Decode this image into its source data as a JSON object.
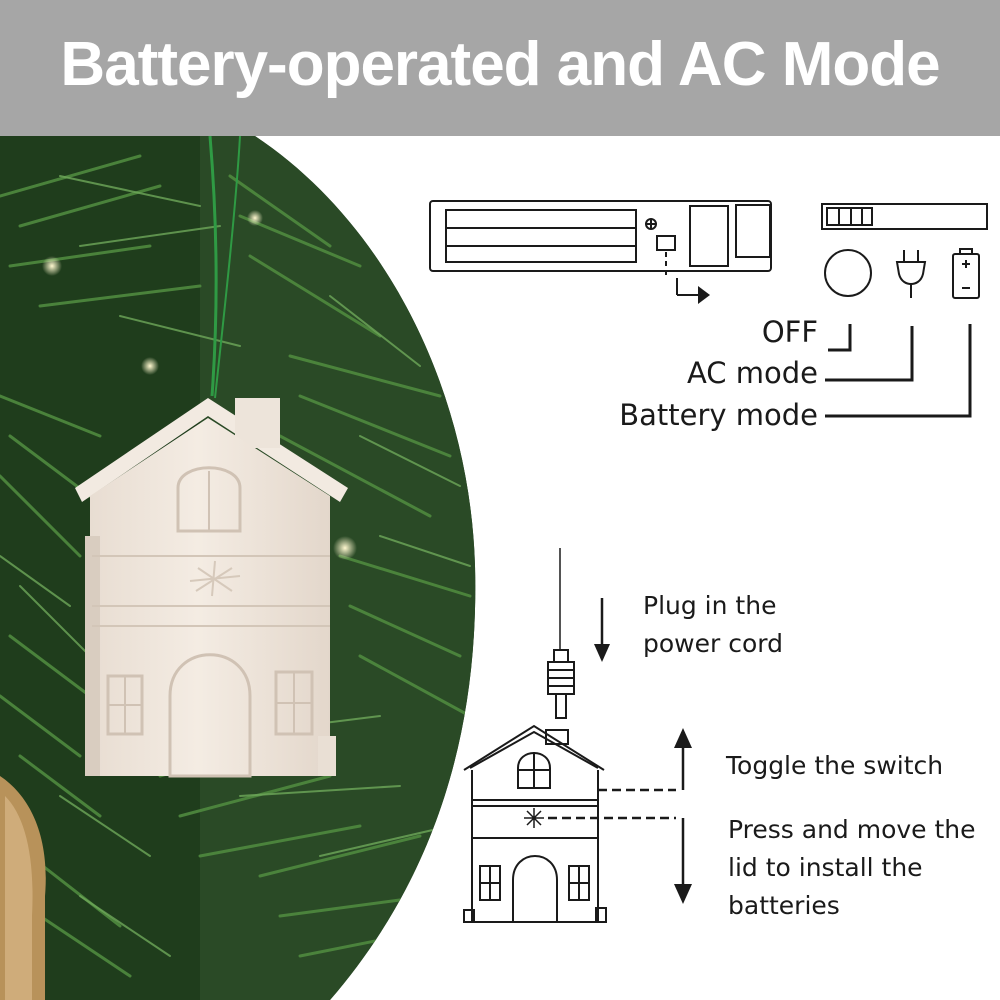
{
  "title": "Battery-operated and AC Mode",
  "switch_labels": {
    "off": "OFF",
    "ac_mode": "AC mode",
    "battery_mode": "Battery mode"
  },
  "switch_icons": [
    "off-circle-icon",
    "plug-icon",
    "battery-icon"
  ],
  "steps": {
    "plug_in": "Plug in the\npower cord",
    "toggle": "Toggle the switch",
    "press": "Press and move the\nlid to install the\nbatteries"
  },
  "colors": {
    "header_bg": "#a6a6a6",
    "header_text": "#ffffff",
    "diagram_line": "#1a1a1a",
    "ornament": "#efe6dc",
    "tree": "#2c5a27"
  }
}
